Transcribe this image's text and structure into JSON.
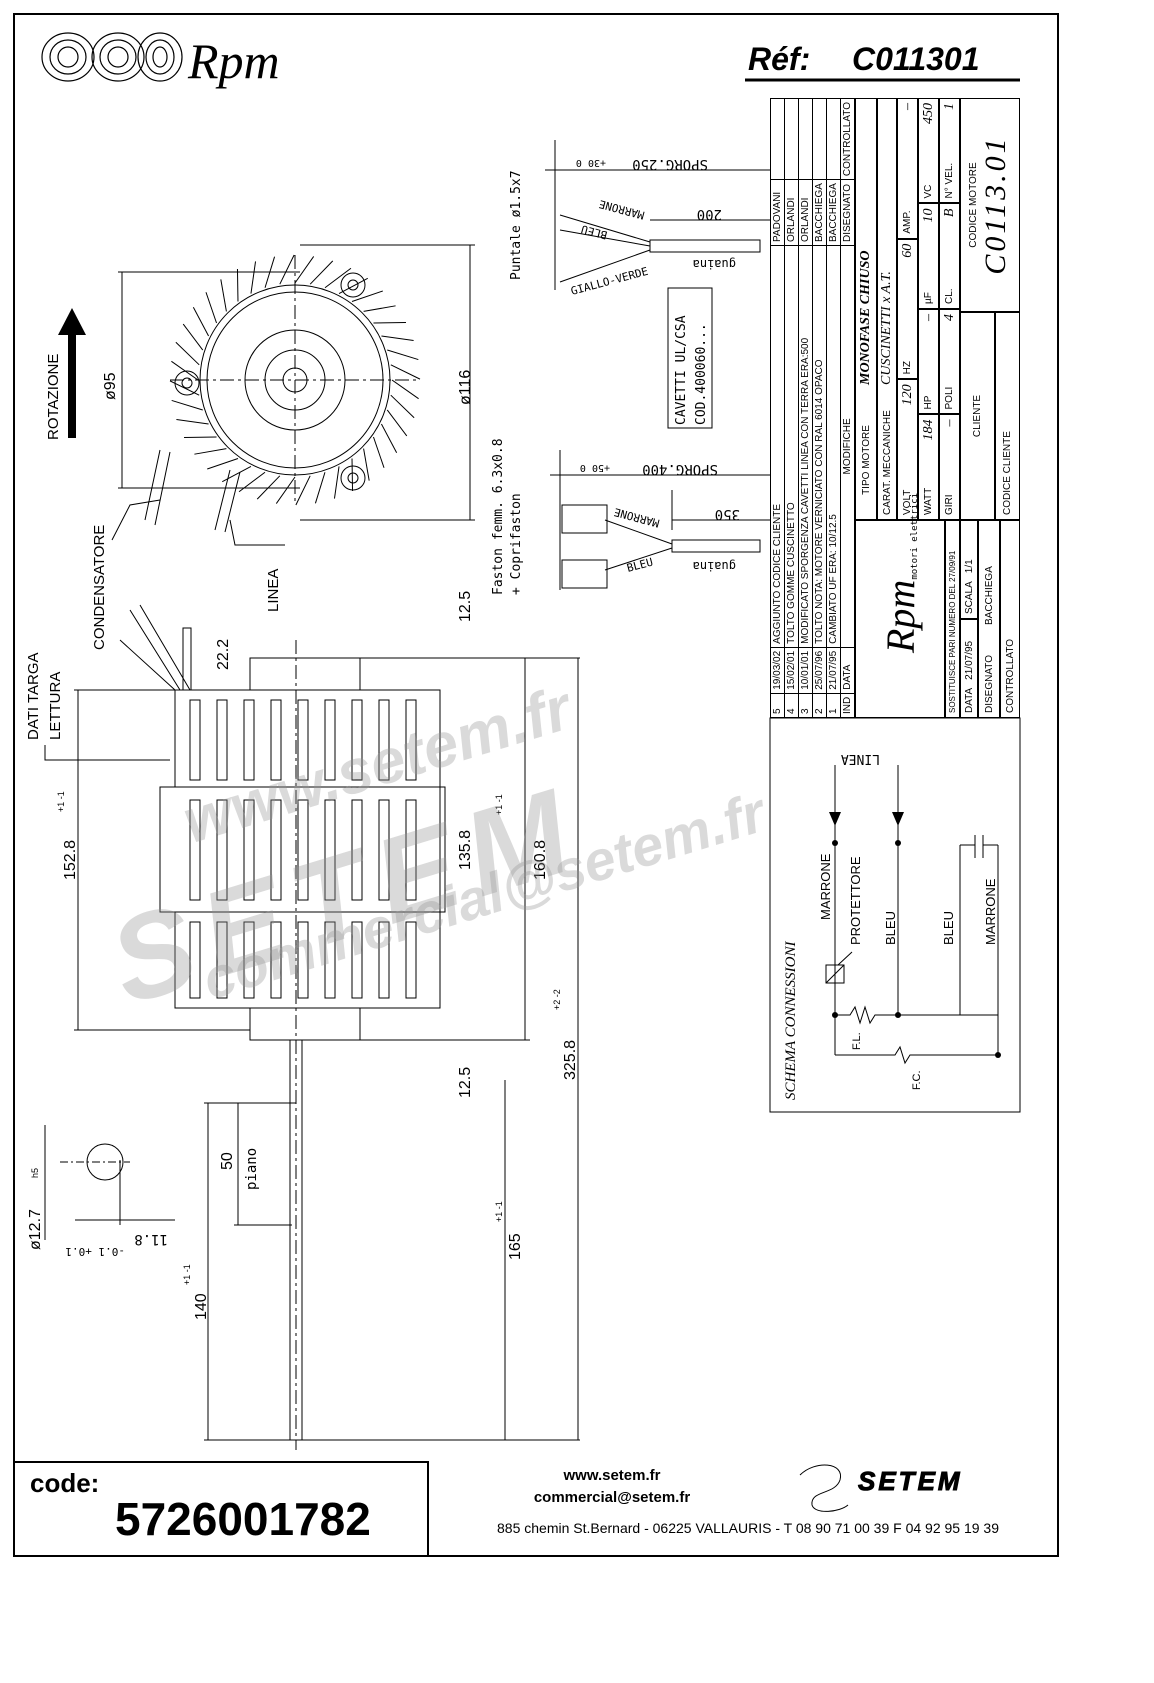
{
  "header": {
    "brand": "Rpm",
    "ref_label": "Réf:",
    "ref_value": "C011301"
  },
  "front_view": {
    "rotation_label": "ROTAZIONE",
    "dia_inner": "ø95",
    "dia_outer": "ø116",
    "condenser_label": "CONDENSATORE",
    "line_label": "LINEA"
  },
  "side_view": {
    "plate_label": "DATI TARGA",
    "reading_label": "LETTURA",
    "dims": {
      "top_gap": "12.5",
      "cap": "22.2",
      "body": "135.8",
      "overall_body": "160.8",
      "overall_body_tol": "+1 -1",
      "length": "152.8",
      "length_tol": "+1 -1",
      "bottom_gap": "12.5",
      "total": "325.8",
      "total_tol": "+2 -2",
      "shaft": "165",
      "shaft_tol": "+1 -1",
      "shaft_out": "140",
      "shaft_out_tol": "+1 -1",
      "flat": "50",
      "flat_label": "piano"
    },
    "shaft_section": {
      "diameter": "ø12.7",
      "fit": "h5",
      "flat": "11.8",
      "tol": "-0.1 +0.1"
    }
  },
  "wiring": {
    "line": {
      "sporg": "SPORG.250",
      "sporg_tol": "+30 0",
      "len": "200",
      "wires": [
        "MARRONE",
        "BLEU",
        "GIALLO-VERDE"
      ],
      "sheath": "guaina",
      "terminal": "Puntale ø1.5x7"
    },
    "cable_note": [
      "CAVETTI UL/CSA",
      "COD.400060..."
    ],
    "capacitor": {
      "sporg": "SPORG.400",
      "sporg_tol": "+50 0",
      "len": "350",
      "wires": [
        "MARRONE",
        "BLEU"
      ],
      "sheath": "guaina",
      "terminal": [
        "Faston femm. 6.3x0.8",
        "+ Coprifaston"
      ]
    }
  },
  "title_block": {
    "revisions": [
      {
        "ind": "5",
        "date": "19/03/02",
        "desc": "AGGIUNTO CODICE CLIENTE",
        "drawn": "PADOVANI"
      },
      {
        "ind": "4",
        "date": "15/02/01",
        "desc": "TOLTO GOMME CUSCINETTO",
        "drawn": "ORLANDI"
      },
      {
        "ind": "3",
        "date": "10/01/01",
        "desc": "MODIFICATO SPORGENZA CAVETTI LINEA CON TERRA ERA:500",
        "drawn": "ORLANDI"
      },
      {
        "ind": "2",
        "date": "25/07/96",
        "desc": "TOLTO NOTA: MOTORE VERNICIATO CON RAL 6014 OPACO",
        "drawn": "BACCHIEGA"
      },
      {
        "ind": "1",
        "date": "21/07/95",
        "desc": "CAMBIATO UF ERA: 10/12.5",
        "drawn": "BACCHIEGA"
      }
    ],
    "header_row": {
      "ind": "IND",
      "date": "DATA",
      "desc": "MODIFICHE",
      "drawn": "DISEGNATO",
      "checked": "CONTROLLATO"
    },
    "logo_text": "Rpm",
    "logo_sub": "motori elettrici",
    "replaces": "SOSTITUISCE PARI NUMERO DEL 27/09/91",
    "date_label": "DATA",
    "date": "21/07/95",
    "scale_label": "SCALA",
    "scale": "1/1",
    "drawn_label": "DISEGNATO",
    "drawn_by": "BACCHIEGA",
    "checked_label": "CONTROLLATO",
    "motor_type_label": "TIPO MOTORE",
    "motor_type": "MONOFASE CHIUSO",
    "mech_label": "CARAT. MECCANICHE",
    "mech": "CUSCINETTI x A.T.",
    "specs": [
      {
        "label": "VOLT",
        "value": "120"
      },
      {
        "label": "HZ",
        "value": "60"
      },
      {
        "label": "AMP.",
        "value": "–"
      },
      {
        "label": "WATT",
        "value": "184"
      },
      {
        "label": "HP",
        "value": "–"
      },
      {
        "label": "µF",
        "value": "10"
      },
      {
        "label": "VC",
        "value": "450"
      },
      {
        "label": "GIRI",
        "value": "–"
      },
      {
        "label": "POLI",
        "value": "4"
      },
      {
        "label": "CL.",
        "value": "B"
      },
      {
        "label": "N° VEL.",
        "value": "1"
      }
    ],
    "client_label": "CLIENTE",
    "client_code_label": "CODICE CLIENTE",
    "motor_code_label": "CODICE MOTORE",
    "motor_code": "C0113.01"
  },
  "schema": {
    "title": "SCHEMA CONNESSIONI",
    "line": "LINEA",
    "labels": [
      "MARRONE",
      "PROTETTORE",
      "BLEU",
      "BLEU",
      "MARRONE"
    ],
    "fl": "F.L.",
    "fc": "F.C."
  },
  "watermark": {
    "site": "www.setem.fr",
    "brand": "SETEM",
    "email": "commercial@setem.fr"
  },
  "footer": {
    "code_label": "code:",
    "code": "5726001782",
    "site": "www.setem.fr",
    "email": "commercial@setem.fr",
    "address": "885 chemin St.Bernard  -  06225 VALLAURIS  -  T 08 90 71 00 39   F 04 92 95 19 39",
    "logo": "SETEM"
  }
}
